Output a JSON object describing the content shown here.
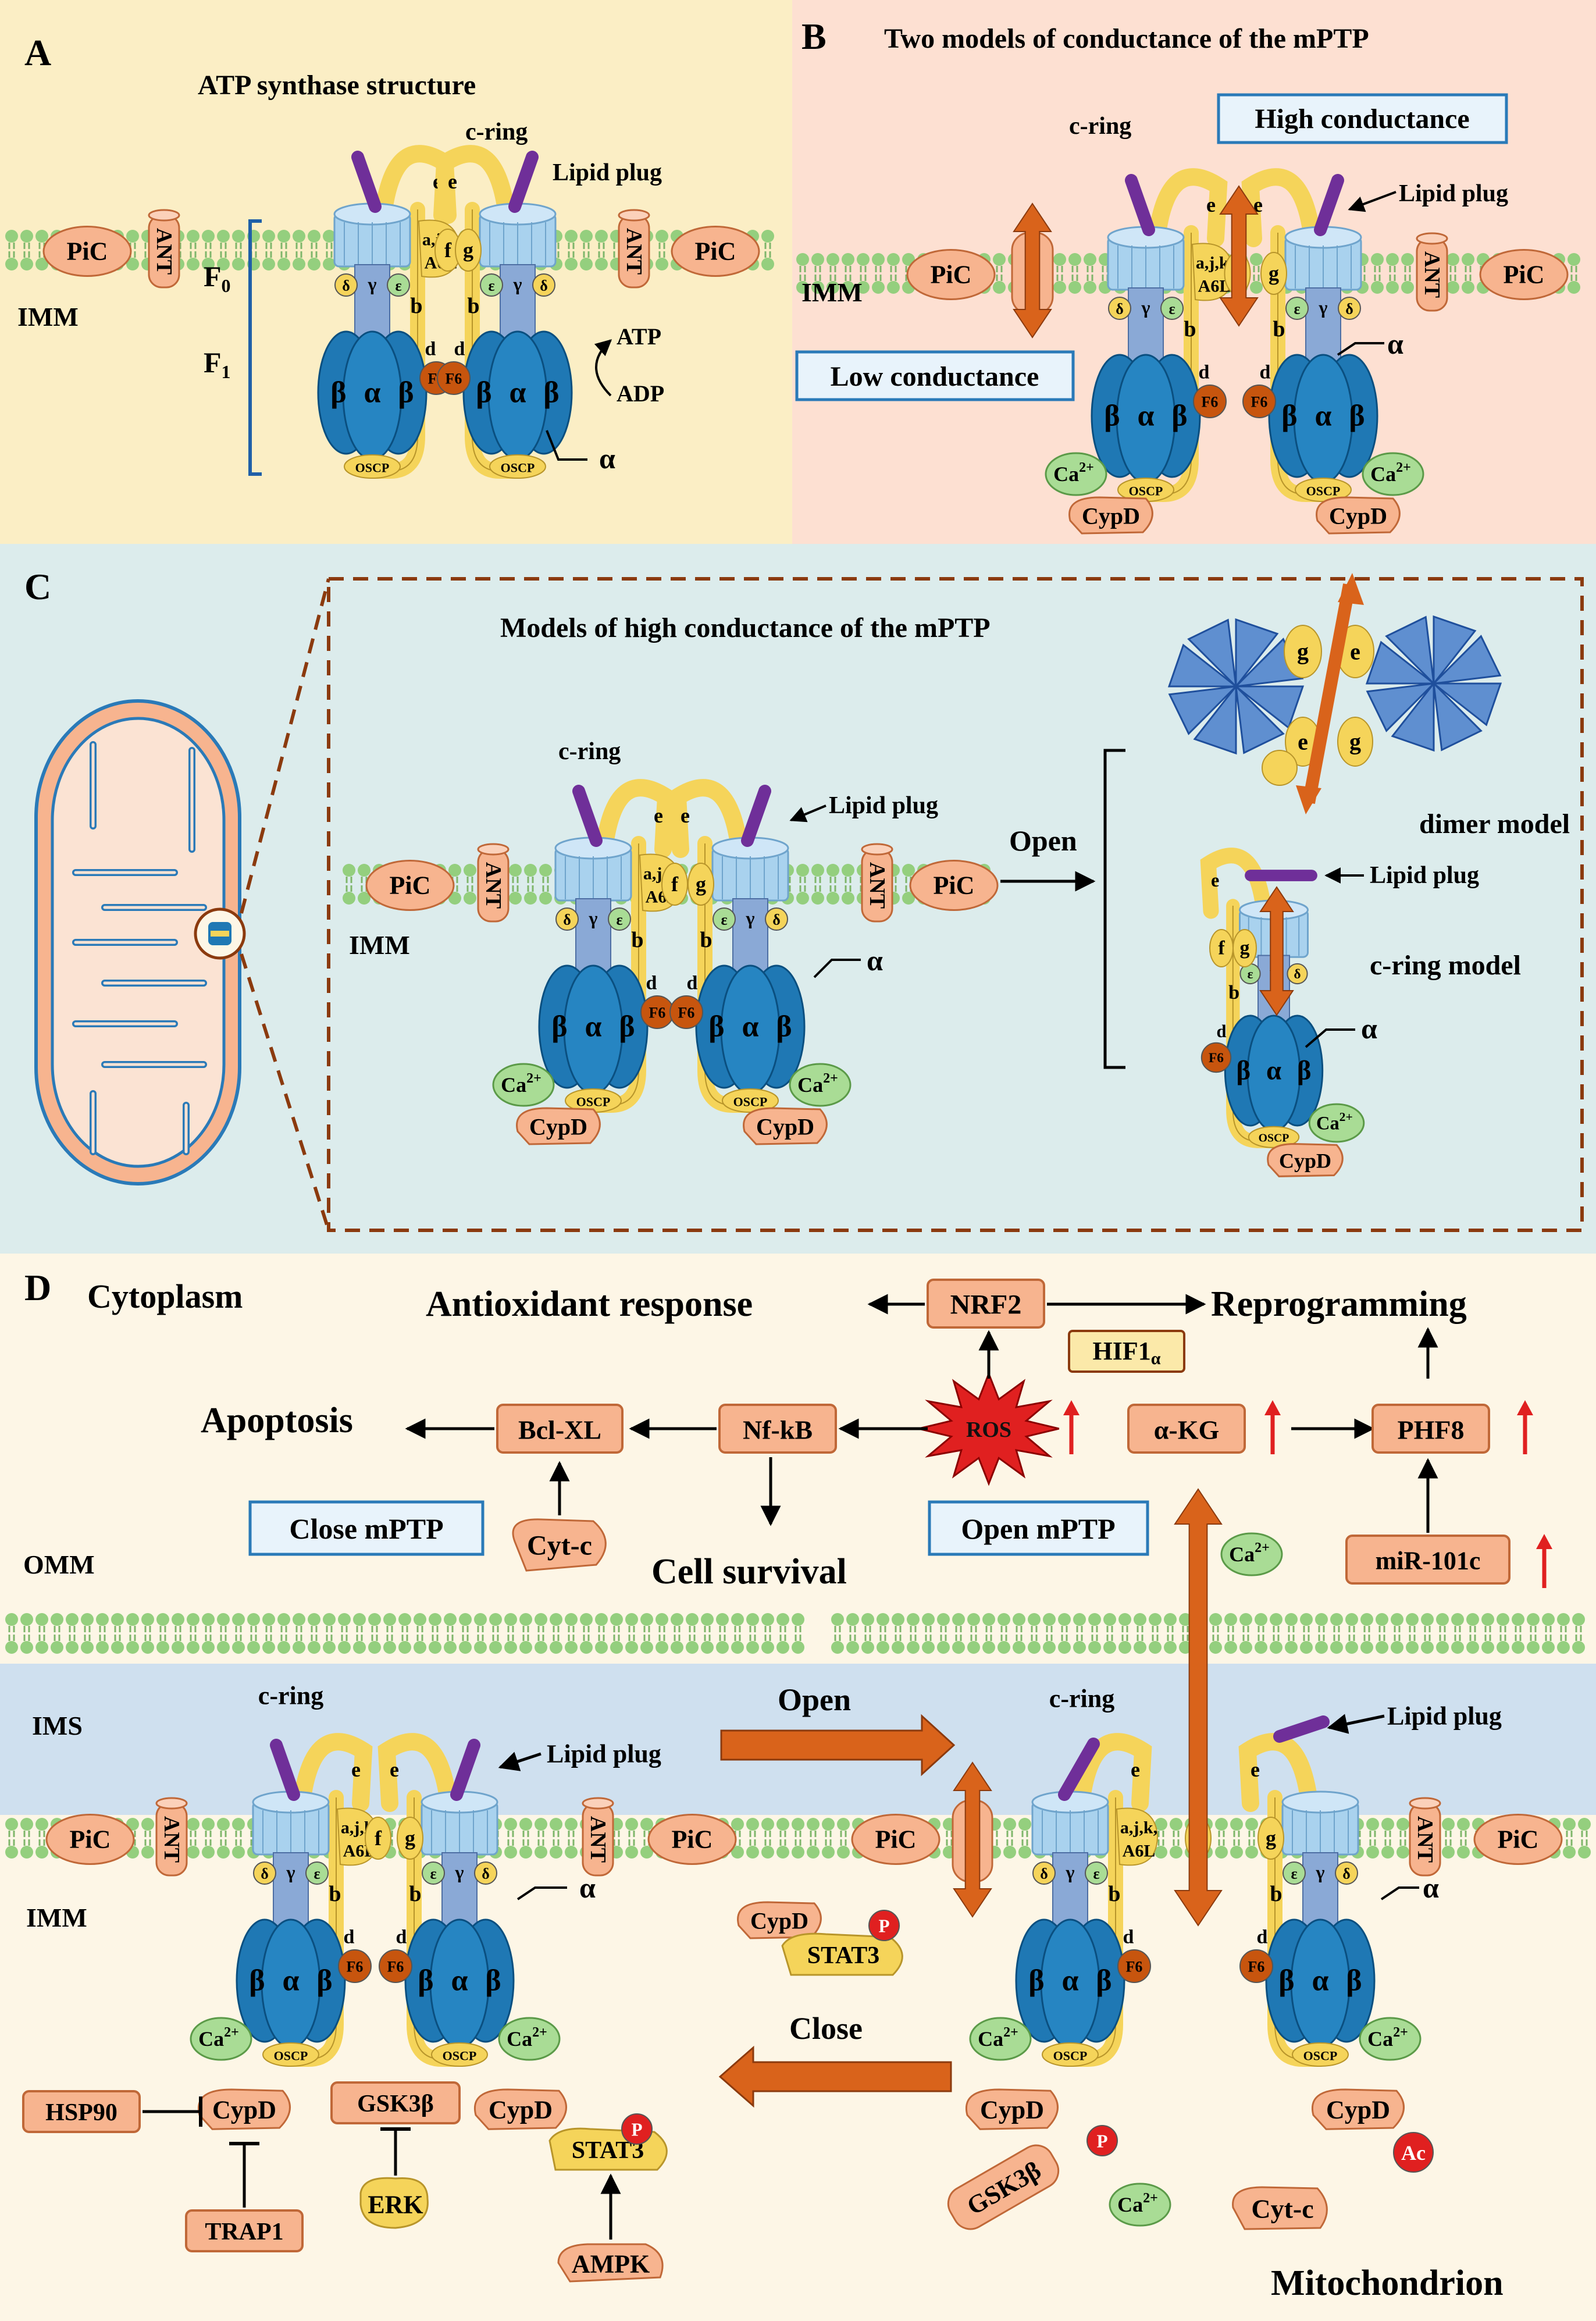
{
  "colors": {
    "panel_a_bg": "#fbeec5",
    "panel_b_bg": "#fde0d2",
    "panel_c_bg": "#dcecec",
    "panel_d_bg": "#fdf6e6",
    "ims_band": "#cfe0ef",
    "lipid_head": "#94cf7e",
    "peach": "#f7b48f",
    "peach_stroke": "#c06838",
    "yellow": "#f5d45a",
    "c_ring": "#a9d2ee",
    "c_ring_dark": "#6fa4cc",
    "f1_blue": "#1f78b4",
    "f1_dark": "#0a4f80",
    "f6": "#c7550e",
    "ca": "#a9dc95",
    "purple": "#6f2f99",
    "arrow": "#d9631b",
    "red": "#e02020",
    "label_box": "#ffffff",
    "label_box_stroke": "#2a7ab8"
  },
  "panel_a": {
    "letter": "A",
    "title": "ATP synthase structure",
    "c_ring": "c-ring",
    "lipid_plug": "Lipid plug",
    "imm": "IMM",
    "f0": "F",
    "f0_sub": "0",
    "f1": "F",
    "f1_sub": "1",
    "atp": "ATP",
    "adp": "ADP",
    "alpha": "α"
  },
  "panel_b": {
    "letter": "B",
    "title": "Two models of conductance of the mPTP",
    "c_ring": "c-ring",
    "high": "High conductance",
    "low": "Low conductance",
    "lipid_plug": "Lipid plug",
    "imm": "IMM",
    "alpha": "α"
  },
  "panel_c": {
    "letter": "C",
    "title": "Models of high conductance of the mPTP",
    "c_ring": "c-ring",
    "lipid_plug": "Lipid plug",
    "imm": "IMM",
    "open": "Open",
    "dimer_model": "dimer model",
    "c_ring_model": "c-ring model",
    "lipid_plug2": "Lipid plug",
    "alpha": "α"
  },
  "panel_d": {
    "letter": "D",
    "cytoplasm": "Cytoplasm",
    "antioxidant": "Antioxidant response",
    "nrf2": "NRF2",
    "hif": "HIF1",
    "hif_sub": "α",
    "reprogramming": "Reprogramming",
    "apoptosis": "Apoptosis",
    "bclxl": "Bcl-XL",
    "nfkb": "Nf-kB",
    "ros": "ROS",
    "akg": "α-KG",
    "phf8": "PHF8",
    "close_mptp": "Close mPTP",
    "open_mptp": "Open mPTP",
    "cytc": "Cyt-c",
    "cell_survival": "Cell survival",
    "omm": "OMM",
    "mir": "miR-101c",
    "ims": "IMS",
    "imm": "IMM",
    "open": "Open",
    "close": "Close",
    "c_ring": "c-ring",
    "lipid_plug": "Lipid plug",
    "cypd": "CypD",
    "stat3": "STAT3",
    "p": "P",
    "ac": "Ac",
    "hsp90": "HSP90",
    "trap1": "TRAP1",
    "gsk3b": "GSK3β",
    "erk": "ERK",
    "ampk": "AMPK",
    "mitochondrion": "Mitochondrion",
    "alpha": "α"
  },
  "complex": {
    "pic": "PiC",
    "ant": "ANT",
    "subunits": "a,j,k,",
    "a6l": "A6L",
    "f": "f",
    "g": "g",
    "e": "e",
    "b": "b",
    "d": "d",
    "delta": "δ",
    "gamma": "γ",
    "epsilon": "ε",
    "beta": "β",
    "alpha": "α",
    "f6": "F6",
    "oscp": "OSCP",
    "ca": "Ca",
    "ca_sup": "2+",
    "cypd": "CypD"
  }
}
